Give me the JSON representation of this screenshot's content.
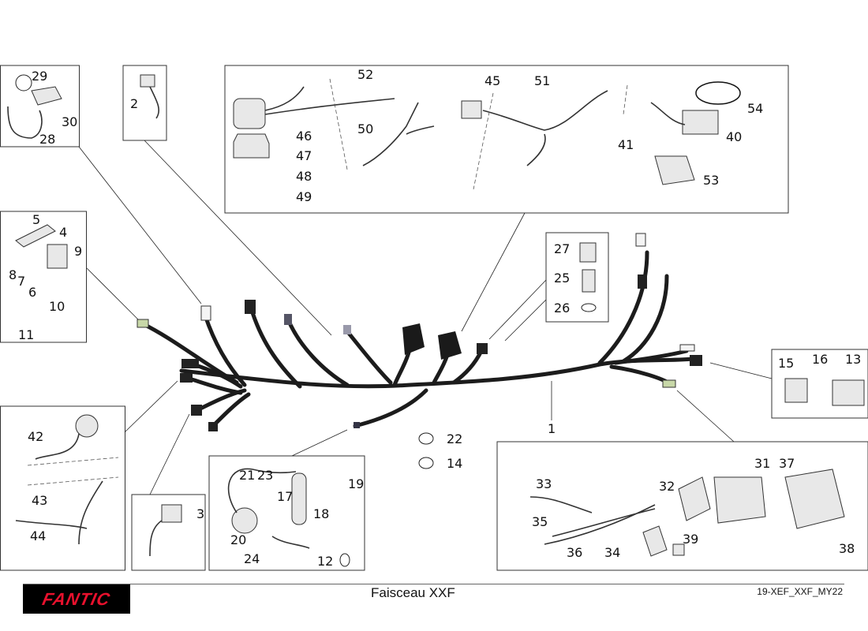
{
  "footer": {
    "brand": "FANTIC",
    "title": "Faisceau XXF",
    "code": "19-XEF_XXF_MY22"
  },
  "labels": {
    "p1": "1",
    "p2": "2",
    "p3": "3",
    "p4": "4",
    "p5": "5",
    "p6": "6",
    "p7": "7",
    "p8": "8",
    "p9": "9",
    "p10": "10",
    "p11": "11",
    "p12": "12",
    "p13": "13",
    "p14": "14",
    "p15": "15",
    "p16": "16",
    "p17": "17",
    "p18": "18",
    "p19": "19",
    "p20": "20",
    "p21": "21",
    "p22": "22",
    "p23": "23",
    "p24": "24",
    "p25": "25",
    "p26": "26",
    "p27": "27",
    "p28": "28",
    "p29": "29",
    "p30": "30",
    "p31": "31",
    "p32": "32",
    "p33": "33",
    "p34": "34",
    "p35": "35",
    "p36": "36",
    "p37": "37",
    "p38": "38",
    "p39": "39",
    "p40": "40",
    "p41": "41",
    "p42": "42",
    "p43": "43",
    "p44": "44",
    "p45": "45",
    "p46": "46",
    "p47": "47",
    "p48": "48",
    "p49": "49",
    "p50": "50",
    "p51": "51",
    "p52": "52",
    "p53": "53",
    "p54": "54"
  }
}
